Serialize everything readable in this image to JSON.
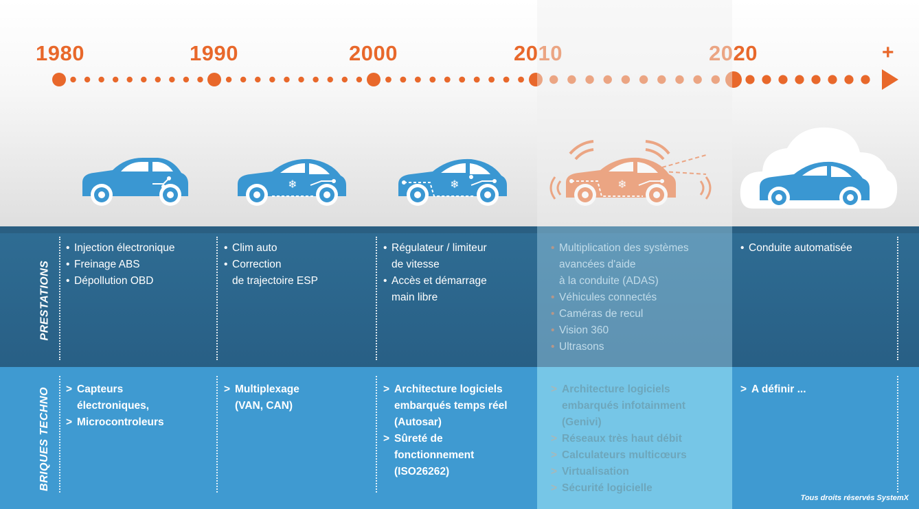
{
  "colors": {
    "accent_orange": "#e8682b",
    "car_blue": "#3a97d2",
    "prestations_band": "#2b6689",
    "briques_band": "#3f9ad1"
  },
  "timeline": {
    "years": [
      "1980",
      "1990",
      "2000",
      "2010",
      "2020"
    ],
    "end_marker": "+"
  },
  "cars": [
    {
      "icon": "car-icon",
      "highlighted": false
    },
    {
      "icon": "car-climate-icon",
      "highlighted": false
    },
    {
      "icon": "car-network-icon",
      "highlighted": false
    },
    {
      "icon": "car-sensors-icon",
      "highlighted": true
    },
    {
      "icon": "car-cloud-icon",
      "highlighted": false
    }
  ],
  "rows": {
    "prestations_label": "PRESTATIONS",
    "briques_label": "BRIQUES TECHNO"
  },
  "prestations": [
    [
      "Injection électronique",
      "Freinage ABS",
      "Dépollution OBD"
    ],
    [
      "Clim auto",
      "Correction\nde trajectoire ESP"
    ],
    [
      "Régulateur / limiteur\nde vitesse",
      "Accès et démarrage\nmain libre"
    ],
    [
      "Multiplication des systèmes\navancées d'aide\nà la conduite (ADAS)",
      "Véhicules connectés",
      "Caméras de recul",
      "Vision 360",
      "Ultrasons"
    ],
    [
      "Conduite automatisée"
    ]
  ],
  "briques": [
    [
      "Capteurs\nélectroniques,",
      "Microcontroleurs"
    ],
    [
      "Multiplexage\n(VAN, CAN)"
    ],
    [
      "Architecture logiciels\nembarqués temps réel\n(Autosar)",
      "Sûreté de\nfonctionnement\n(ISO26262)"
    ],
    [
      "Architecture logiciels\nembarqués infotainment\n(Genivi)",
      "Réseaux très haut débit",
      "Calculateurs multicœurs",
      "Virtualisation",
      "Sécurité logicielle"
    ],
    [
      "A définir ..."
    ]
  ],
  "footer": "Tous droits réservés SystemX"
}
